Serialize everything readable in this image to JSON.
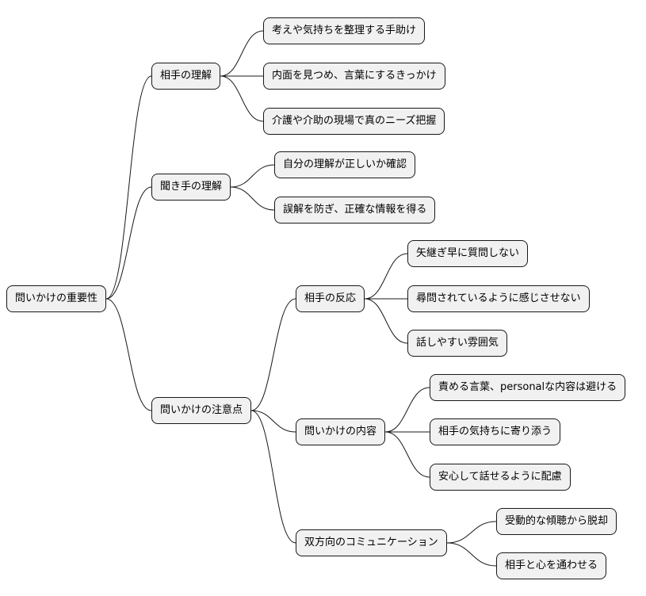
{
  "mindmap": {
    "root": {
      "label": "問いかけの重要性"
    },
    "branches": [
      {
        "label": "相手の理解",
        "children": [
          {
            "label": "考えや気持ちを整理する手助け"
          },
          {
            "label": "内面を見つめ、言葉にするきっかけ"
          },
          {
            "label": "介護や介助の現場で真のニーズ把握"
          }
        ]
      },
      {
        "label": "聞き手の理解",
        "children": [
          {
            "label": "自分の理解が正しいか確認"
          },
          {
            "label": "誤解を防ぎ、正確な情報を得る"
          }
        ]
      },
      {
        "label": "問いかけの注意点",
        "children": [
          {
            "label": "相手の反応",
            "children": [
              {
                "label": "矢継ぎ早に質問しない"
              },
              {
                "label": "尋問されているように感じさせない"
              },
              {
                "label": "話しやすい雰囲気"
              }
            ]
          },
          {
            "label": "問いかけの内容",
            "children": [
              {
                "label": "責める言葉、personalな内容は避ける"
              },
              {
                "label": "相手の気持ちに寄り添う"
              },
              {
                "label": "安心して話せるように配慮"
              }
            ]
          },
          {
            "label": "双方向のコミュニケーション",
            "children": [
              {
                "label": "受動的な傾聴から脱却"
              },
              {
                "label": "相手と心を通わせる"
              }
            ]
          }
        ]
      }
    ]
  },
  "colors": {
    "node_fill": "#f1f1f1",
    "node_border": "#181818",
    "edge": "#181818"
  }
}
